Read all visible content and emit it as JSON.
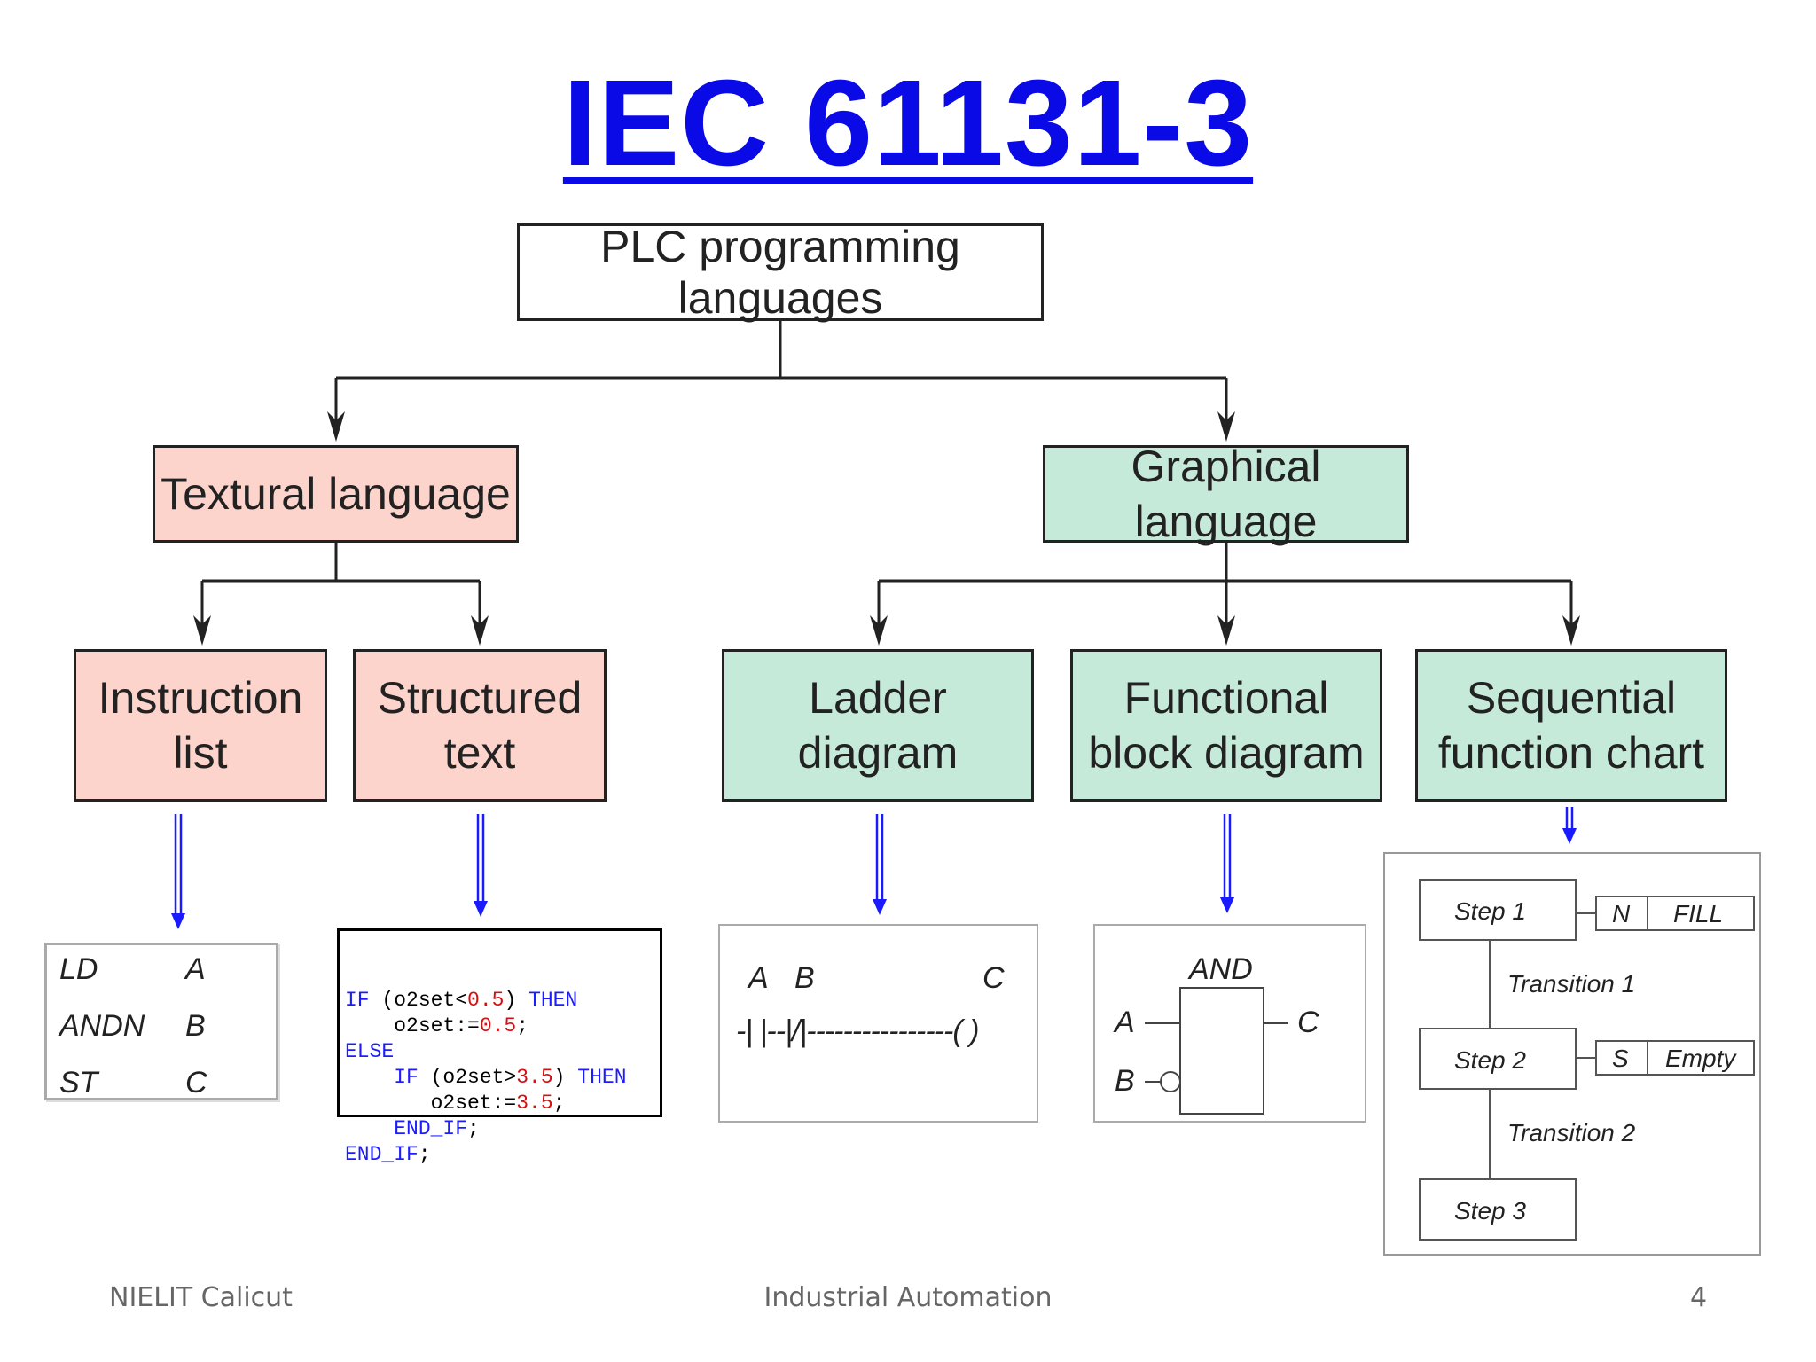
{
  "title": "IEC 61131-3",
  "root": "PLC programming languages",
  "categories": {
    "textual": "Textural language",
    "graphical": "Graphical language"
  },
  "languages": {
    "instruction_list": [
      "Instruction",
      "list"
    ],
    "structured_text": [
      "Structured",
      "text"
    ],
    "ladder": [
      "Ladder",
      "diagram"
    ],
    "fbd": [
      "Functional",
      "block diagram"
    ],
    "sfc": [
      "Sequential",
      "function chart"
    ]
  },
  "examples": {
    "il_rows": [
      [
        "LD",
        "A"
      ],
      [
        "ANDN",
        "B"
      ],
      [
        "ST",
        "C"
      ]
    ],
    "st_lines": [
      [
        {
          "t": "IF",
          "c": "kw"
        },
        {
          "t": " (o2set<",
          "c": ""
        },
        {
          "t": "0.5",
          "c": "num"
        },
        {
          "t": ") ",
          "c": ""
        },
        {
          "t": "THEN",
          "c": "kw"
        }
      ],
      [
        {
          "t": "    o2set:=",
          "c": ""
        },
        {
          "t": "0.5",
          "c": "num"
        },
        {
          "t": ";",
          "c": ""
        }
      ],
      [
        {
          "t": "ELSE",
          "c": "kw"
        }
      ],
      [
        {
          "t": "    ",
          "c": ""
        },
        {
          "t": "IF",
          "c": "kw"
        },
        {
          "t": " (o2set>",
          "c": ""
        },
        {
          "t": "3.5",
          "c": "num"
        },
        {
          "t": ") ",
          "c": ""
        },
        {
          "t": "THEN",
          "c": "kw"
        }
      ],
      [
        {
          "t": "       o2set:=",
          "c": ""
        },
        {
          "t": "3.5",
          "c": "num"
        },
        {
          "t": ";",
          "c": ""
        }
      ],
      [
        {
          "t": "    ",
          "c": ""
        },
        {
          "t": "END_IF",
          "c": "kw"
        },
        {
          "t": ";",
          "c": ""
        }
      ],
      [
        {
          "t": "END_IF",
          "c": "kw"
        },
        {
          "t": ";",
          "c": ""
        }
      ]
    ],
    "ladder": {
      "a": "A",
      "b": "B",
      "c": "C",
      "rung": "-| |--|/|----------------( )"
    },
    "fbd": {
      "gate": "AND",
      "in1": "A",
      "in2": "B",
      "out": "C"
    },
    "sfc": {
      "step1": "Step 1",
      "step2": "Step 2",
      "step3": "Step 3",
      "transition1": "Transition 1",
      "transition2": "Transition 2",
      "action1_q": "N",
      "action1": "FILL",
      "action2_q": "S",
      "action2": "Empty"
    }
  },
  "footer": {
    "left": "NIELIT Calicut",
    "center": "Industrial Automation",
    "page": "4"
  },
  "colors": {
    "title": "#0a0ae6",
    "textual_fill": "#fcd4cc",
    "graphical_fill": "#c6ead9",
    "arrow_blue": "#1a1aff"
  }
}
